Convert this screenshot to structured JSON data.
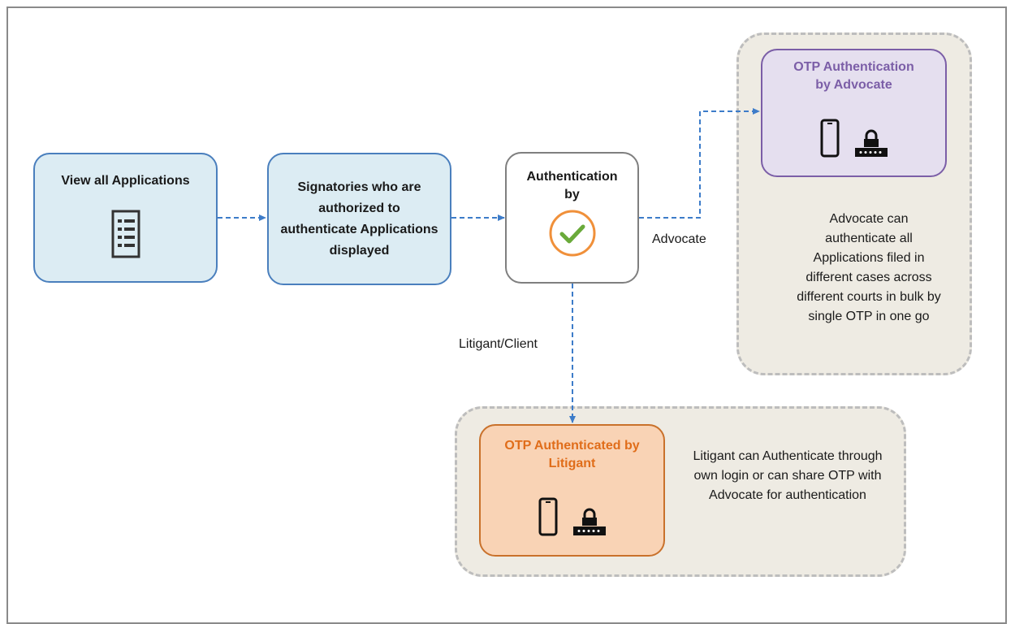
{
  "nodes": {
    "view_all": {
      "title": "View all Applications",
      "icon": "list-document-icon"
    },
    "signatories": {
      "title": "Signatories who are authorized to authenticate Applications displayed"
    },
    "authentication": {
      "title": "Authentication by",
      "icon": "check-circle-icon"
    },
    "otp_advocate": {
      "title": "OTP Authentication by Advocate",
      "icons": [
        "mobile-phone-icon",
        "password-lock-icon"
      ]
    },
    "otp_litigant": {
      "title": "OTP Authenticated by Litigant",
      "icons": [
        "mobile-phone-icon",
        "password-lock-icon"
      ]
    }
  },
  "edge_labels": {
    "advocate": "Advocate",
    "litigant": "Litigant/Client"
  },
  "descriptions": {
    "advocate": "Advocate can authenticate all Applications filed in different cases across different courts in bulk by single OTP in one go",
    "litigant": "Litigant can Authenticate through own login or can share OTP with Advocate for authentication"
  },
  "colors": {
    "blue_border": "#4a7fbd",
    "blue_fill": "#dcecf3",
    "purple_border": "#7b5ea7",
    "purple_fill": "#e5dfef",
    "purple_text": "#7b5ea7",
    "orange_border": "#c9712b",
    "orange_fill": "#f9d3b5",
    "orange_text": "#e06d1a",
    "check_ring": "#f0903a",
    "check_mark": "#6aaa3a",
    "arrow": "#3d7cc9"
  }
}
